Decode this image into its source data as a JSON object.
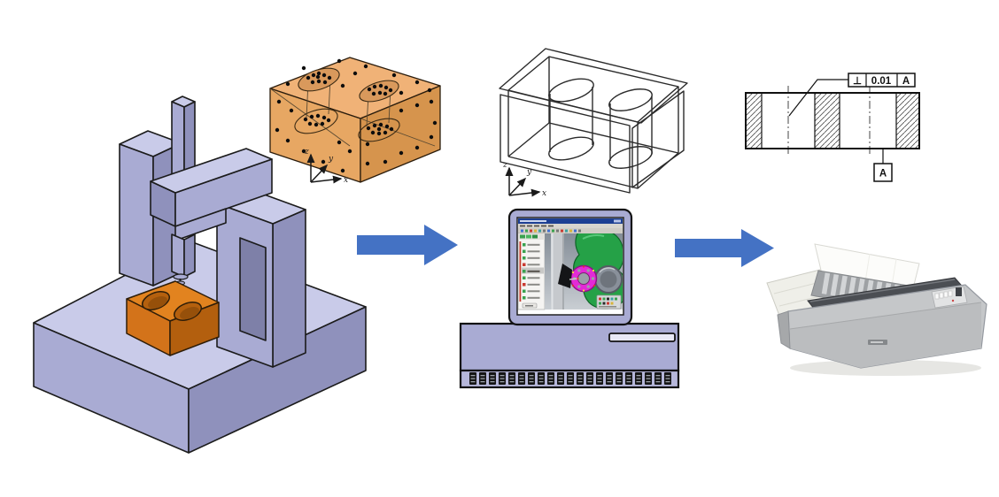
{
  "colors": {
    "arrow-blue": "#4472c4",
    "machine-light": "#c9cbe9",
    "machine-mid": "#a9abd3",
    "machine-dark": "#8f91bc",
    "machine-inner": "#7e80a8",
    "workpiece-top": "#e2831f",
    "workpiece-front": "#d3731a",
    "workpiece-side": "#b35f0e",
    "block-top": "#f0b277",
    "block-front": "#e7a763",
    "block-side": "#d6944d",
    "hole-fill": "#d9995c",
    "flange-magenta": "#e32ad6",
    "part-green": "#25a147",
    "screen-titlebar": "#1d3f93",
    "printer-gray": "#c5c7c9",
    "printer-dark": "#4b4e53"
  },
  "axes": {
    "x_label": "x",
    "y_label": "y",
    "z_label": "z"
  },
  "gdt": {
    "symbol": "⊥",
    "tolerance": "0.01",
    "datum_reference": "A",
    "datum_label": "A"
  }
}
